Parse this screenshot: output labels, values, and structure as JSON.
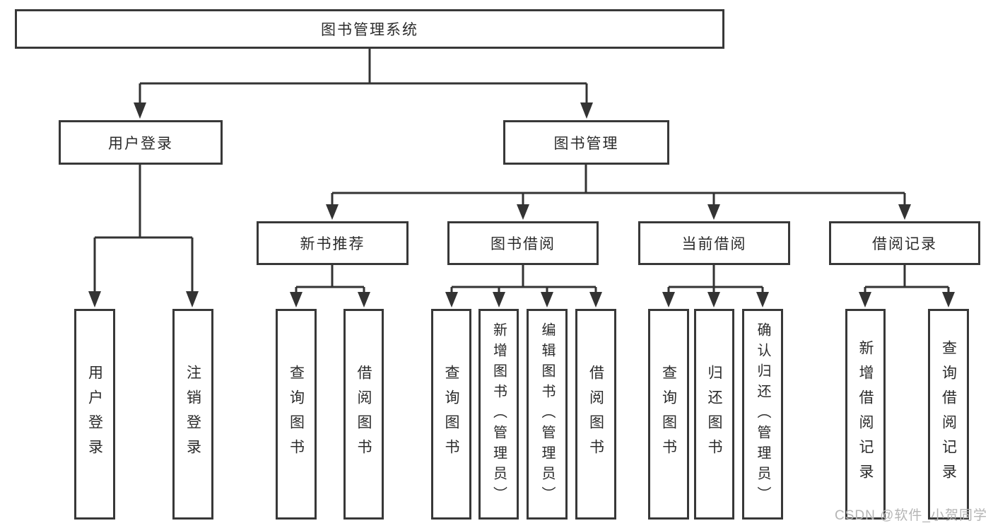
{
  "diagram": {
    "root": {
      "label": "图书管理系统"
    },
    "level2": [
      {
        "id": "user-login",
        "label": "用户登录"
      },
      {
        "id": "book-management",
        "label": "图书管理"
      }
    ],
    "level3": [
      {
        "id": "new-book-recommend",
        "label": "新书推荐"
      },
      {
        "id": "book-borrow",
        "label": "图书借阅"
      },
      {
        "id": "current-borrow",
        "label": "当前借阅"
      },
      {
        "id": "borrow-records",
        "label": "借阅记录"
      }
    ],
    "leaves": [
      {
        "id": "user-login-leaf",
        "parent": "user-login",
        "label": "用户登录"
      },
      {
        "id": "logout",
        "parent": "user-login",
        "label": "注销登录"
      },
      {
        "id": "query-book-recommend",
        "parent": "new-book-recommend",
        "label": "查询图书"
      },
      {
        "id": "borrow-book-recommend",
        "parent": "new-book-recommend",
        "label": "借阅图书"
      },
      {
        "id": "query-book-borrow",
        "parent": "book-borrow",
        "label": "查询图书"
      },
      {
        "id": "add-book-admin",
        "parent": "book-borrow",
        "label": "新增图书（管理员）"
      },
      {
        "id": "edit-book-admin",
        "parent": "book-borrow",
        "label": "编辑图书（管理员）"
      },
      {
        "id": "borrow-book",
        "parent": "book-borrow",
        "label": "借阅图书"
      },
      {
        "id": "query-book-current",
        "parent": "current-borrow",
        "label": "查询图书"
      },
      {
        "id": "return-book",
        "parent": "current-borrow",
        "label": "归还图书"
      },
      {
        "id": "confirm-return-admin",
        "parent": "current-borrow",
        "label": "确认归还（管理员）"
      },
      {
        "id": "add-borrow-record",
        "parent": "borrow-records",
        "label": "新增借阅记录"
      },
      {
        "id": "query-borrow-record",
        "parent": "borrow-records",
        "label": "查询借阅记录"
      }
    ],
    "watermark": "CSDN @软件_小贺同学"
  },
  "colors": {
    "line": "#333333",
    "box_border": "#383838",
    "text": "#2b2b2b",
    "watermark": "#b5b5b5",
    "background": "#ffffff"
  }
}
